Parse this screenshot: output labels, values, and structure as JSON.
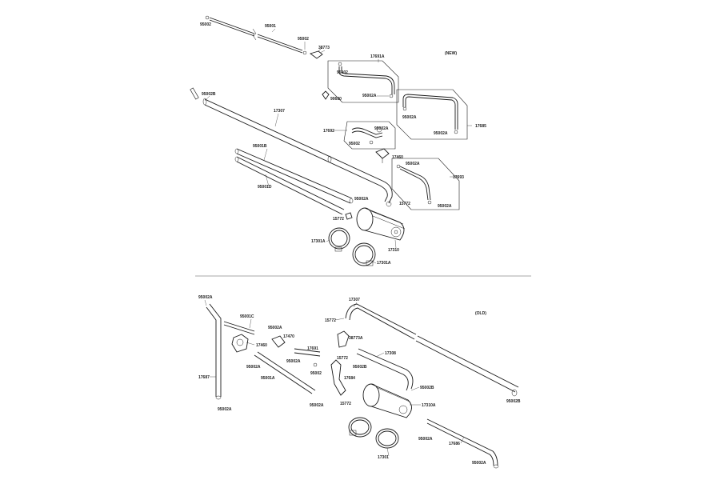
{
  "diagram": {
    "new_label": "(NEW)",
    "old_label": "(OLD)",
    "labels_top": [
      "95002",
      "95001",
      "95002",
      "38773",
      "17691A",
      "95002",
      "95002A",
      "90680",
      "95002B",
      "17307",
      "17692",
      "95002A",
      "95002",
      "17685",
      "95002A",
      "95002A",
      "95001B",
      "17460",
      "95002A",
      "17693",
      "95001D",
      "95002A",
      "15772",
      "15772",
      "95002A",
      "17301A",
      "17310",
      "17301A"
    ],
    "labels_bottom": [
      "95002A",
      "95001C",
      "95002A",
      "17470",
      "17460",
      "17691",
      "95002A",
      "95002A",
      "95002",
      "95001A",
      "17687",
      "95002A",
      "95002A",
      "17307",
      "15772",
      "38773A",
      "15772",
      "17308",
      "95002B",
      "17684",
      "95002B",
      "15772",
      "17310A",
      "95002A",
      "17686",
      "95002A",
      "17301",
      "95002B"
    ]
  }
}
